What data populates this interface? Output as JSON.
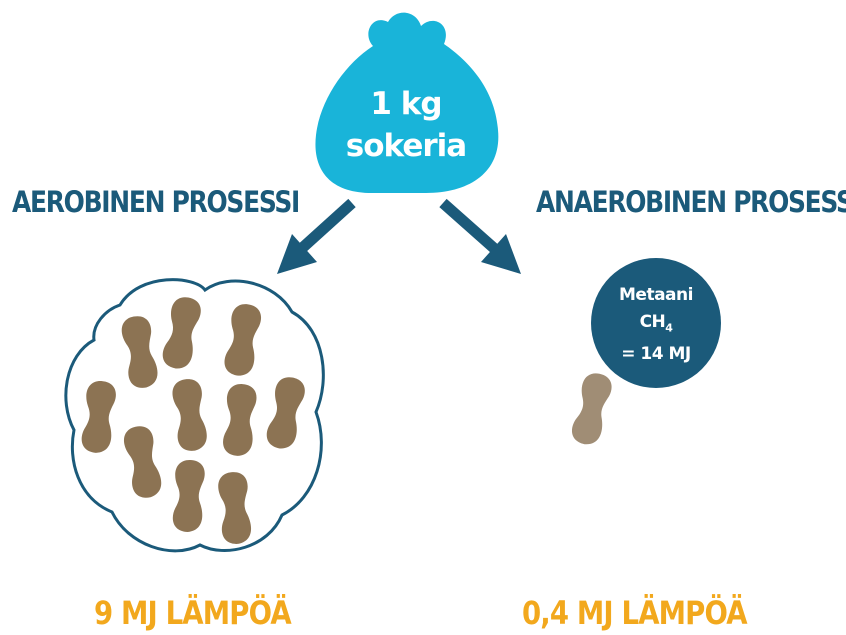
{
  "bag": {
    "line1": "1 kg",
    "line2": "sokeria"
  },
  "aerobic": {
    "process_label": "AEROBINEN PROSESSI",
    "heat_label": "9 MJ LÄMPÖÄ"
  },
  "anaerobic": {
    "process_label": "ANAEROBINEN PROSESSI",
    "heat_label": "0,4 MJ LÄMPÖÄ",
    "methane": {
      "line1": "Metaani",
      "formula_main": "CH",
      "formula_sub": "4",
      "line3": "= 14 MJ"
    }
  },
  "colors": {
    "bag": "#19b4d9",
    "dark_blue": "#1b5a7a",
    "arrow": "#1b5a7a",
    "heat": "#f2a81d",
    "organism": "#8c7353",
    "organism_light": "#a08d75"
  }
}
